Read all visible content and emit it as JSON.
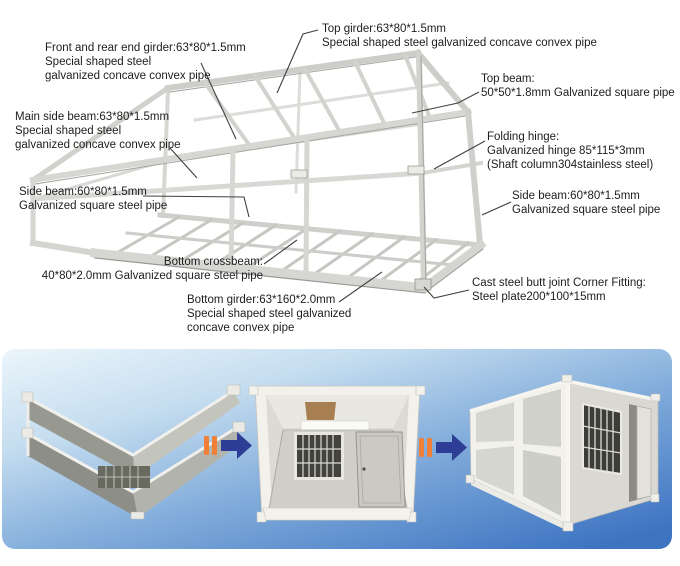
{
  "diagram": {
    "labels": {
      "front_rear_end_girder": {
        "line1": "Front and rear end girder:63*80*1.5mm",
        "line2": "Special shaped steel",
        "line3": "galvanized concave convex pipe"
      },
      "top_girder": {
        "line1": "Top girder:63*80*1.5mm",
        "line2": "Special shaped steel galvanized concave convex pipe"
      },
      "top_beam": {
        "line1": "Top beam:",
        "line2": "50*50*1.8mm Galvanized square pipe"
      },
      "folding_hinge": {
        "line1": "Folding hinge:",
        "line2": "Galvanized hinge 85*115*3mm",
        "line3": "(Shaft column304stainless steel)"
      },
      "main_side_beam": {
        "line1": "Main side beam:63*80*1.5mm",
        "line2": "Special shaped steel",
        "line3": "galvanized concave convex pipe"
      },
      "side_beam_left": {
        "line1": "Side beam:60*80*1.5mm",
        "line2": "Galvanized square steel pipe"
      },
      "side_beam_right": {
        "line1": "Side beam:60*80*1.5mm",
        "line2": "Galvanized square steel pipe"
      },
      "bottom_crossbeam": {
        "line1": "Bottom crossbeam:",
        "line2": "40*80*2.0mm Galvanized square steel pipe"
      },
      "cast_steel_corner_fitting": {
        "line1": "Cast steel butt joint Corner Fitting:",
        "line2": "Steel plate200*100*15mm"
      },
      "bottom_girder": {
        "line1": "Bottom girder:63*160*2.0mm",
        "line2": "Special shaped steel galvanized",
        "line3": "concave convex pipe"
      }
    }
  },
  "process": {
    "stages": [
      {
        "name": "folded-container-photo"
      },
      {
        "name": "half-unfolded-container-photo"
      },
      {
        "name": "assembled-container-photo"
      }
    ],
    "colors": {
      "panel_gradient_start": "#ecf5fb",
      "panel_gradient_mid": "#85afdc",
      "panel_gradient_end": "#3d74c2",
      "arrow_blue": "#2e3d96",
      "arrow_orange": "#f08038"
    }
  },
  "colors": {
    "label_text": "#1d1d1d",
    "leader_line": "#404040",
    "steel_light": "#d4d4d0",
    "steel_edge": "#a2a29e"
  }
}
